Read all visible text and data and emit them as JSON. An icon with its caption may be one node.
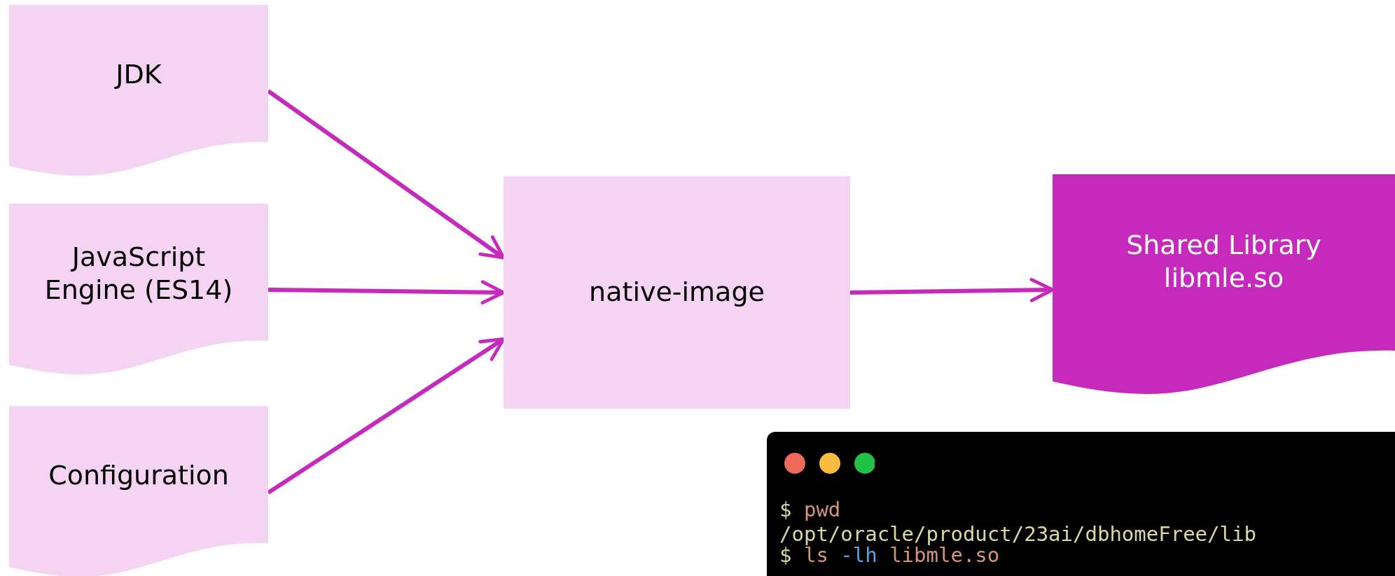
{
  "diagram": {
    "nodes": [
      {
        "text": [
          "JDK"
        ]
      },
      {
        "text": [
          "JavaScript Engine (ES14)"
        ]
      },
      {
        "text": [
          "Configuration"
        ]
      },
      {
        "text": [
          "native-image"
        ]
      },
      {
        "text": [
          "Shared Library libmle.so"
        ]
      }
    ],
    "edges": [
      {
        "from": 0,
        "to": 3,
        "arrow": "to"
      },
      {
        "from": 1,
        "to": 3,
        "arrow": "to"
      },
      {
        "from": 2,
        "to": 3,
        "arrow": "to"
      },
      {
        "from": 3,
        "to": 4,
        "arrow": "to"
      }
    ],
    "labels": [
      "$ pwd",
      "/opt/oracle/product/23ai/dbhomeFree/lib",
      "$ ls -lh libmle.so"
    ]
  }
}
